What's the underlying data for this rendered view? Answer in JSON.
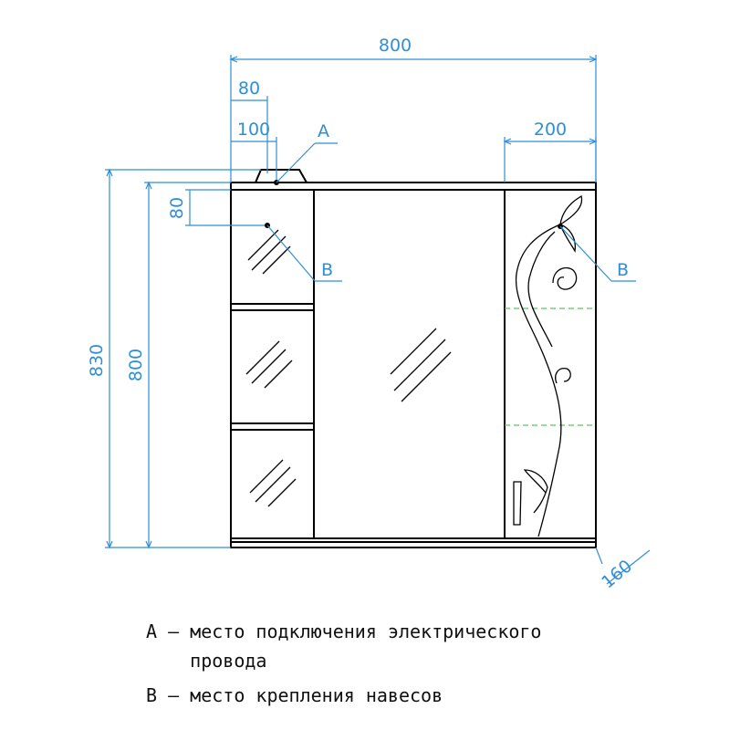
{
  "dimensions": {
    "total_width": "800",
    "left_offset_80": "80",
    "left_offset_100": "100",
    "right_section": "200",
    "total_height": "830",
    "body_height": "800",
    "point_offset": "80",
    "depth": "160"
  },
  "markers": {
    "a": "A",
    "b_left": "B",
    "b_right": "B"
  },
  "legend": {
    "line1": "A – место подключения электрического",
    "line2": "    провода",
    "line3": "B – место крепления навесов"
  }
}
